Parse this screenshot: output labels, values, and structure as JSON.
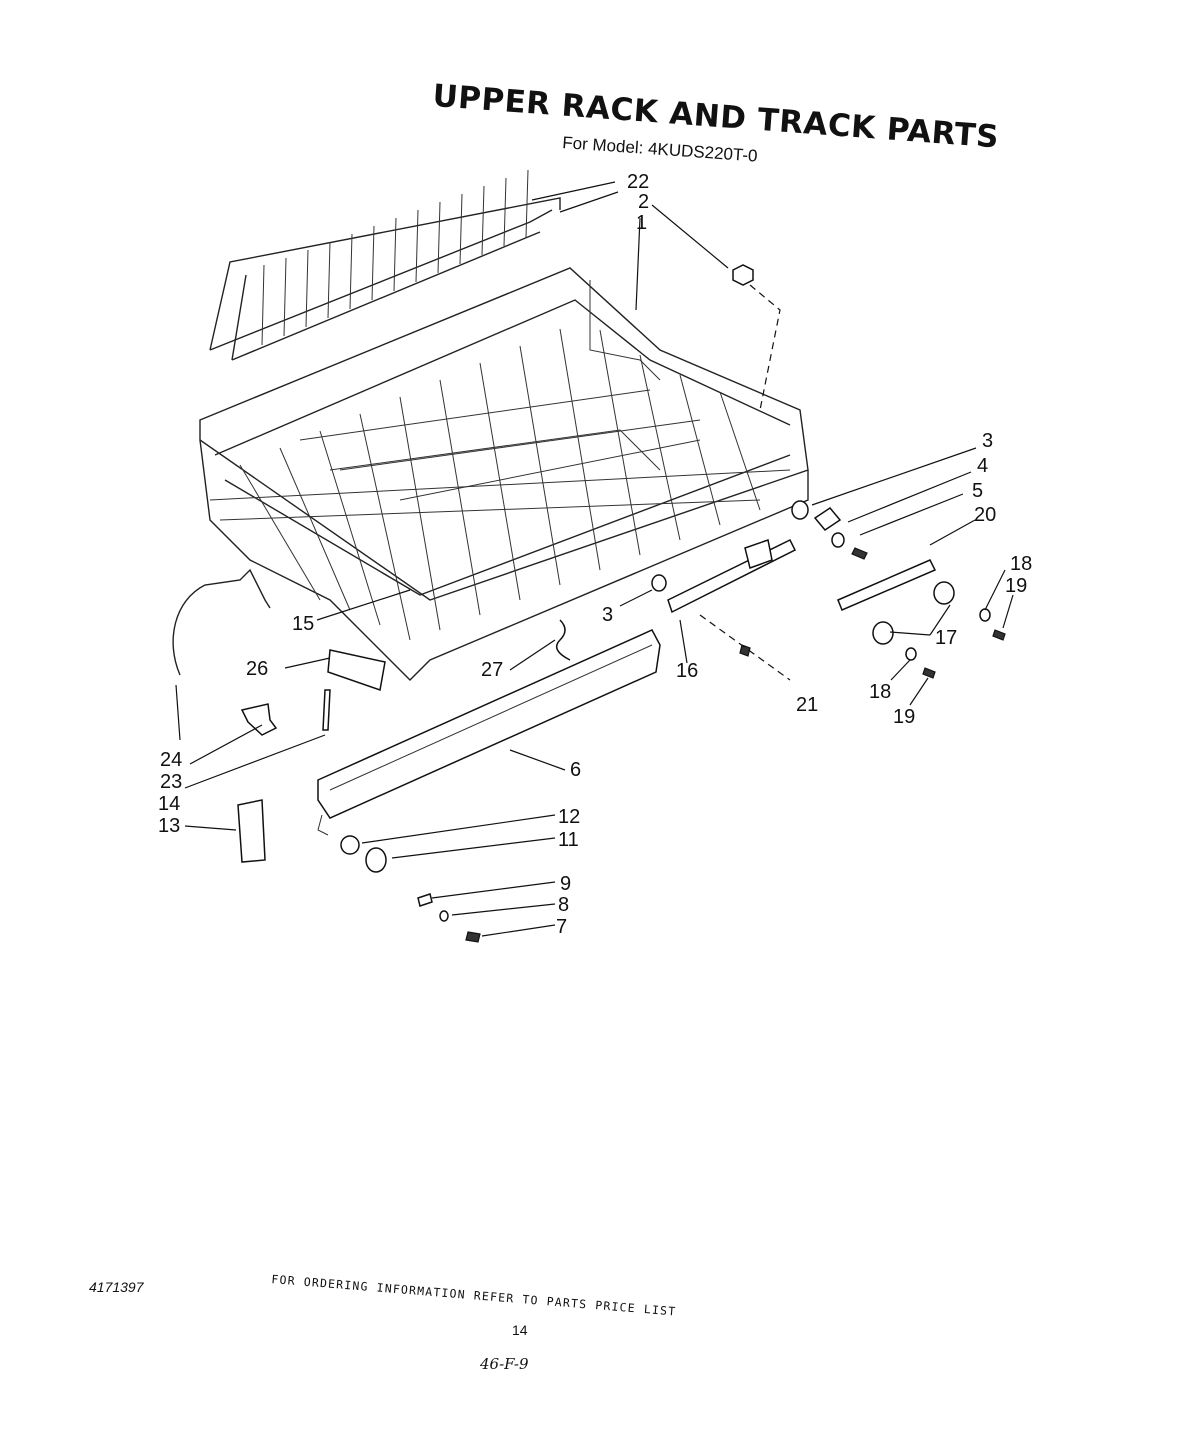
{
  "header": {
    "title": "UPPER RACK AND TRACK PARTS",
    "model_line": "For Model: 4KUDS220T-0"
  },
  "footer": {
    "doc_number": "4171397",
    "ordering_note": "FOR ORDERING INFORMATION REFER TO PARTS PRICE LIST",
    "page_number": "14",
    "handwritten_note": "46-F-9"
  },
  "callouts": [
    "22",
    "2",
    "1",
    "3",
    "4",
    "5",
    "20",
    "18",
    "19",
    "17",
    "15",
    "26",
    "27",
    "3",
    "16",
    "21",
    "18",
    "19",
    "24",
    "23",
    "14",
    "6",
    "13",
    "12",
    "11",
    "9",
    "8",
    "7"
  ]
}
